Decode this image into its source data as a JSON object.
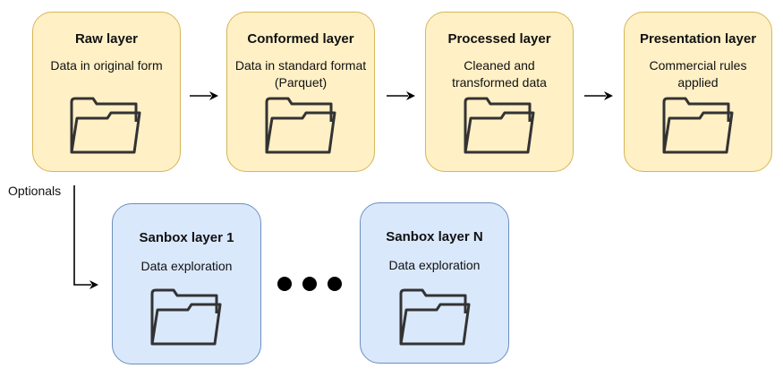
{
  "diagram": {
    "main_layers": [
      {
        "title": "Raw layer",
        "description": "Data in original form"
      },
      {
        "title": "Conformed layer",
        "description": "Data in standard format (Parquet)"
      },
      {
        "title": "Processed layer",
        "description": "Cleaned and transformed data"
      },
      {
        "title": "Presentation layer",
        "description": "Commercial rules applied"
      }
    ],
    "optional_label": "Optionals",
    "sandbox_layers": [
      {
        "title": "Sanbox layer 1",
        "description": "Data exploration"
      },
      {
        "title": "Sanbox layer N",
        "description": "Data exploration"
      }
    ],
    "colors": {
      "main_fill": "#fff0c6",
      "main_border": "#d6b656",
      "sandbox_fill": "#dae8fc",
      "sandbox_border": "#6c8ebf",
      "icon_stroke": "#333333"
    }
  }
}
